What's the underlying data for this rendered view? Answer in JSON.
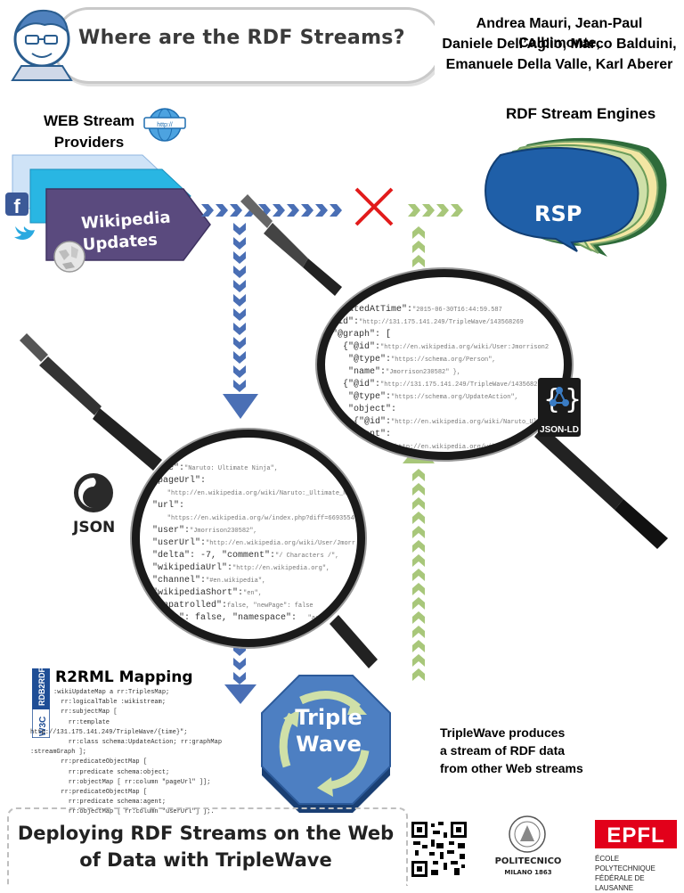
{
  "header": {
    "title": "Where are the RDF Streams?",
    "authors": [
      "Andrea Mauri, Jean-Paul Calbimonte,",
      "Daniele Dell’Aglio,  Marco Balduini,",
      "Emanuele Della Valle, Karl Aberer"
    ]
  },
  "providers": {
    "label_line1": "WEB Stream",
    "label_line2": "Providers",
    "card_line1": "Wikipedia",
    "card_line2": "Updates"
  },
  "engines": {
    "label": "RDF Stream Engines",
    "rsp": "RSP"
  },
  "jsonld_lens": {
    "lines": [
      {
        "k": "neratedAtTime\":",
        "v": "\"2015-06-30T16:44:59.587"
      },
      {
        "k": "\"id\":",
        "v": "\"http://131.175.141.249/TripleWave/143568269"
      },
      {
        "k": "\"@graph\": [",
        "v": ""
      },
      {
        "k": "  {\"@id\":",
        "v": "\"http://en.wikipedia.org/wiki/User:Jmorrison2"
      },
      {
        "k": "   \"@type\":",
        "v": "\"https://schema.org/Person\","
      },
      {
        "k": "   \"name\":",
        "v": "\"Jmorrison230582\" },"
      },
      {
        "k": "  {\"@id\":",
        "v": "\"http://131.175.141.249/TripleWave/14356826995"
      },
      {
        "k": "   \"@type\":",
        "v": "\"https://schema.org/UpdateAction\","
      },
      {
        "k": "   \"object\":",
        "v": ""
      },
      {
        "k": "    {\"@id\":",
        "v": "\"http://en.wikipedia.org/wiki/Naruto_Ulti"
      },
      {
        "k": "   \"agent\":",
        "v": ""
      },
      {
        "k": "    {\"@id\":",
        "v": "\"http://en.wikipedia.org/wiki/User:"
      }
    ]
  },
  "jsonld_badge": "JSON-LD",
  "json_lens": {
    "lines": [
      {
        "k": "page\":",
        "v": "\"Naruto: Ultimate Ninja\","
      },
      {
        "k": "\"pageUrl\":",
        "v": ""
      },
      {
        "k": "",
        "v": "    \"http://en.wikipedia.org/wiki/Naruto:_Ultimate_Ni"
      },
      {
        "k": "\"url\":",
        "v": ""
      },
      {
        "k": "",
        "v": "    \"https://en.wikipedia.org/w/index.php?diff=66935547"
      },
      {
        "k": "\"user\":",
        "v": "\"Jmorrison230582\","
      },
      {
        "k": "\"userUrl\":",
        "v": "\"http://en.wikipedia.org/wiki/User/Jmorr"
      },
      {
        "k": "\"delta\": -7, \"comment\":",
        "v": "\"/ Characters /\","
      },
      {
        "k": "\"wikipediaUrl\":",
        "v": "\"http://en.wikipedia.org\","
      },
      {
        "k": "\"channel\":",
        "v": "\"#en.wikipedia\","
      },
      {
        "k": "\"wikipediaShort\":",
        "v": "\"en\","
      },
      {
        "k": "\"unpatrolled\":",
        "v": "false, \"newPage\": false"
      },
      {
        "k": "robot\": false, \"namespace\":",
        "v": "   \"art"
      }
    ]
  },
  "json_label": "JSON",
  "r2rml": {
    "title": "R2RML Mapping",
    "lines": [
      ":wikiUpdateMap a rr:TriplesMap;",
      "  rr:logicalTable :wikistream;",
      "  rr:subjectMap [",
      "    rr:template",
      "http://131.175.141.249/TripleWave/{time}\";",
      "    rr:class schema:UpdateAction; rr:graphMap",
      ":streamGraph ];",
      "  rr:predicateObjectMap [",
      "    rr:predicate schema:object;",
      "    rr:objectMap [ rr:column \"pageUrl\" ]];",
      "  rr:predicateObjectMap [",
      "    rr:predicate schema:agent;",
      "    rr:objectMap [ rr:column \"userUrl\"] ];."
    ]
  },
  "triplewave": {
    "line1": "Triple",
    "line2": "Wave",
    "desc": [
      "TripleWave produces",
      "a stream of RDF data",
      "from other Web streams"
    ]
  },
  "footer": {
    "title_line1": "Deploying RDF Streams on the Web",
    "title_line2": "of Data with TripleWave",
    "polimi_line1": "POLITECNICO",
    "polimi_line2": "MILANO 1863",
    "epfl_line1": "ÉCOLE POLYTECHNIQUE",
    "epfl_line2": "FÉDÉRALE DE LAUSANNE"
  },
  "logos": {
    "w3c": "W3C",
    "rdb2rdf": "RDB2RDF"
  },
  "colors": {
    "arrow_blue": "#4a6fb5",
    "arrow_green": "#a8c77a",
    "rsp_blue": "#1f5fa8",
    "card_purple": "#5a4a7e",
    "card_cyan": "#29b6e3",
    "cross_red": "#e21b1b",
    "epfl_red": "#e2001a"
  }
}
